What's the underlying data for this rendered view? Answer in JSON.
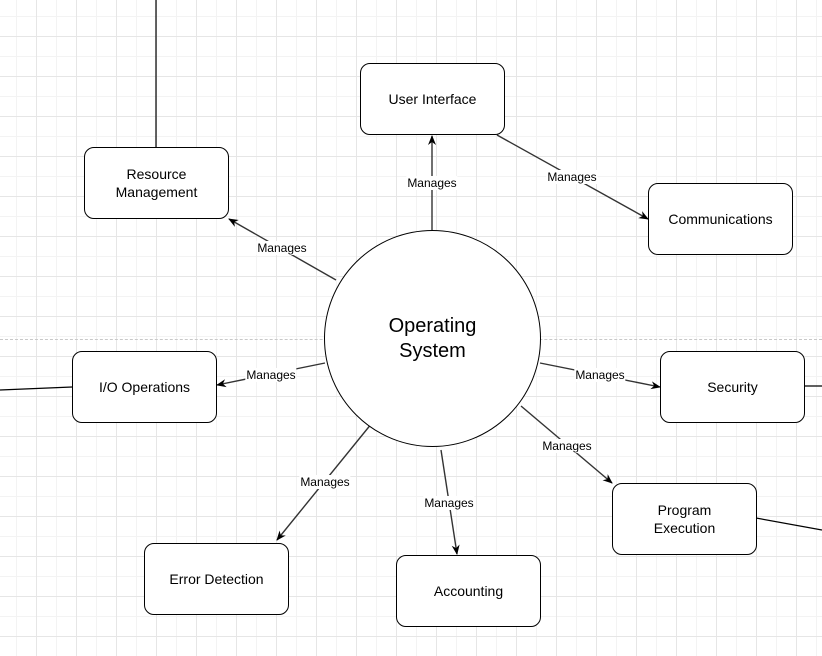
{
  "diagram": {
    "center": {
      "label": "Operating System"
    },
    "nodes": [
      {
        "id": "user-interface",
        "label": "User Interface"
      },
      {
        "id": "communications",
        "label": "Communications"
      },
      {
        "id": "resource-management",
        "label": "Resource Management"
      },
      {
        "id": "io-operations",
        "label": "I/O Operations"
      },
      {
        "id": "security",
        "label": "Security"
      },
      {
        "id": "program-execution",
        "label": "Program Execution"
      },
      {
        "id": "accounting",
        "label": "Accounting"
      },
      {
        "id": "error-detection",
        "label": "Error Detection"
      }
    ],
    "edges": [
      {
        "from": "Operating System",
        "to": "User Interface",
        "label": "Manages"
      },
      {
        "from": "User Interface",
        "to": "Communications",
        "label": "Manages"
      },
      {
        "from": "Operating System",
        "to": "Resource Management",
        "label": "Manages"
      },
      {
        "from": "Operating System",
        "to": "I/O Operations",
        "label": "Manages"
      },
      {
        "from": "Operating System",
        "to": "Security",
        "label": "Manages"
      },
      {
        "from": "Operating System",
        "to": "Program Execution",
        "label": "Manages"
      },
      {
        "from": "Operating System",
        "to": "Accounting",
        "label": "Manages"
      },
      {
        "from": "Operating System",
        "to": "Error Detection",
        "label": "Manages"
      }
    ]
  },
  "colors": {
    "stroke": "#000000",
    "node_fill": "#ffffff",
    "grid": "#e6e6e6",
    "connector": "#333333"
  }
}
